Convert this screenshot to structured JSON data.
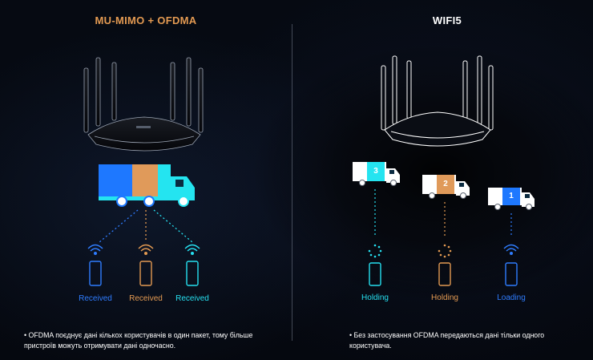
{
  "titles": {
    "left": "MU-MIMO + OFDMA",
    "right": "WIFI5"
  },
  "left_panel": {
    "truck_segments": [
      "#1e78ff",
      "#e09a5a",
      "#24e4f0"
    ],
    "devices": [
      {
        "label": "Received",
        "color": "#2f7dff"
      },
      {
        "label": "Received",
        "color": "#e39a52"
      },
      {
        "label": "Received",
        "color": "#26e0f0"
      }
    ],
    "note": "• OFDMA поєднує дані кількох користувачів в один пакет, тому більше пристроїв можуть отримувати дані одночасно."
  },
  "right_panel": {
    "trucks": [
      {
        "number": "3",
        "color": "#24e4f0"
      },
      {
        "number": "2",
        "color": "#e09a5a"
      },
      {
        "number": "1",
        "color": "#1e78ff"
      }
    ],
    "devices": [
      {
        "label": "Holding",
        "color": "#26e0f0"
      },
      {
        "label": "Holding",
        "color": "#e39a52"
      },
      {
        "label": "Loading",
        "color": "#2f7dff"
      }
    ],
    "note": "• Без застосування OFDMA передаються дані тільки одного користувача."
  }
}
